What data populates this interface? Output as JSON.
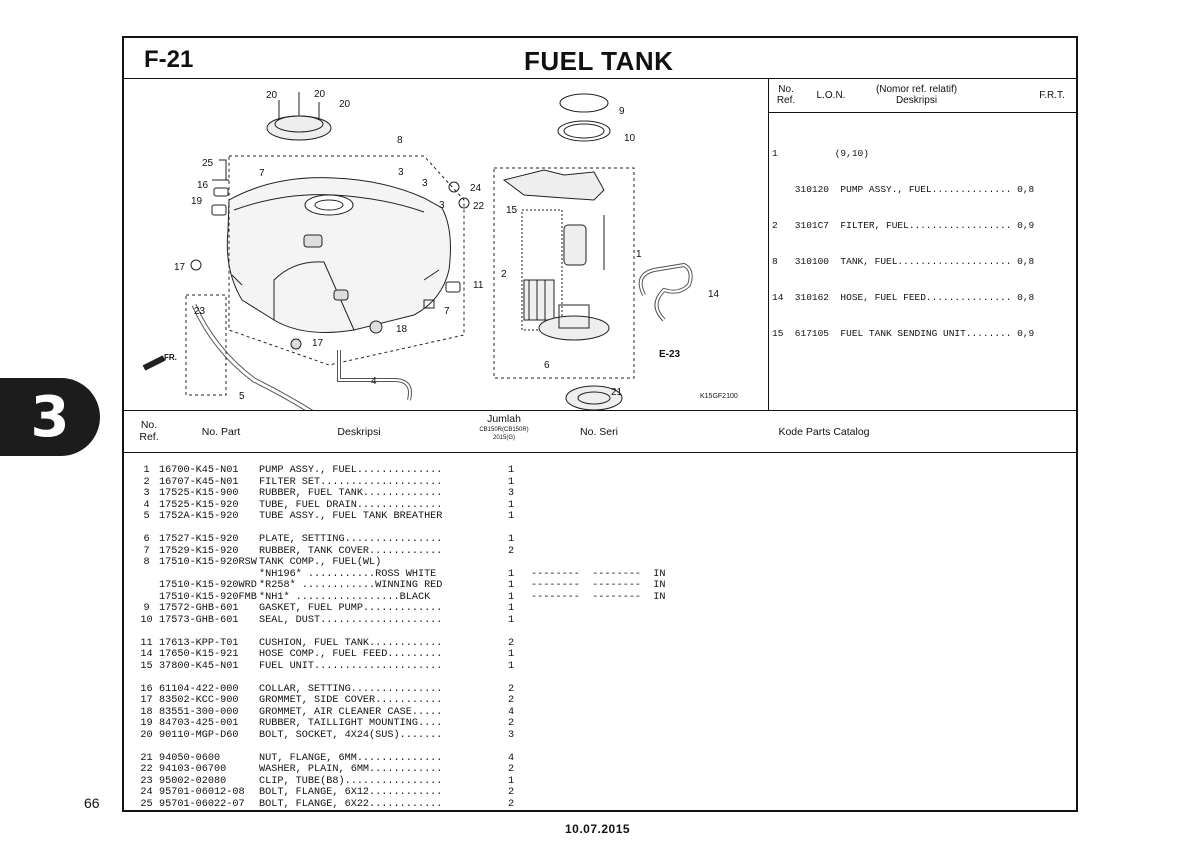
{
  "page": {
    "number": "66",
    "date": "10.07.2015",
    "section_tab": "3"
  },
  "header": {
    "code": "F-21",
    "title": "FUEL TANK"
  },
  "diagram": {
    "figure_id": "K15GF2100",
    "section_ref": "E-23",
    "front_label": "FR.",
    "callouts": [
      "20",
      "20",
      "20",
      "9",
      "10",
      "8",
      "25",
      "7",
      "3",
      "3",
      "16",
      "19",
      "3",
      "24",
      "22",
      "15",
      "1",
      "2",
      "17",
      "11",
      "14",
      "23",
      "7",
      "18",
      "17",
      "6",
      "21",
      "5",
      "4"
    ]
  },
  "lon_table": {
    "headers": {
      "no_ref": "No.\nRef.",
      "lon": "L.O.N.",
      "nomor": "(Nomor ref. relatif)\nDeskripsi",
      "frt": "F.R.T."
    },
    "lines": [
      "1          (9,10)",
      "    310120  PUMP ASSY., FUEL.............. 0,8",
      "2   3101C7  FILTER, FUEL.................. 0,9",
      "8   310100  TANK, FUEL.................... 0,8",
      "14  310162  HOSE, FUEL FEED............... 0,8",
      "15  617105  FUEL TANK SENDING UNIT........ 0,9"
    ]
  },
  "parts_table": {
    "headers": {
      "no_ref": "No.\nRef.",
      "no_part": "No. Part",
      "desc": "Deskripsi",
      "jumlah": "Jumlah",
      "jumlah_sub1": "CB150R(CB150R)",
      "jumlah_sub2": "2015(G)",
      "no_seri": "No. Seri",
      "kode": "Kode Parts Catalog"
    },
    "groups": [
      [
        {
          "ref": "1",
          "part": "16700-K45-N01",
          "desc": "PUMP ASSY., FUEL..............",
          "qty": "1",
          "serial": ""
        },
        {
          "ref": "2",
          "part": "16707-K45-N01",
          "desc": "FILTER SET....................",
          "qty": "1",
          "serial": ""
        },
        {
          "ref": "3",
          "part": "17525-K15-900",
          "desc": "RUBBER, FUEL TANK.............",
          "qty": "3",
          "serial": ""
        },
        {
          "ref": "4",
          "part": "17525-K15-920",
          "desc": "TUBE, FUEL DRAIN..............",
          "qty": "1",
          "serial": ""
        },
        {
          "ref": "5",
          "part": "1752A-K15-920",
          "desc": "TUBE ASSY., FUEL TANK BREATHER",
          "qty": "1",
          "serial": ""
        }
      ],
      [
        {
          "ref": "6",
          "part": "17527-K15-920",
          "desc": "PLATE, SETTING................",
          "qty": "1",
          "serial": ""
        },
        {
          "ref": "7",
          "part": "17529-K15-920",
          "desc": "RUBBER, TANK COVER............",
          "qty": "2",
          "serial": ""
        },
        {
          "ref": "8",
          "part": "17510-K15-920RSW",
          "desc": "TANK COMP., FUEL(WL)",
          "qty": "",
          "serial": ""
        },
        {
          "ref": "",
          "part": "",
          "desc": "*NH196* ...........ROSS WHITE",
          "qty": "1",
          "serial": "--------  --------  IN"
        },
        {
          "ref": "",
          "part": "17510-K15-920WRD",
          "desc": "*R258* ............WINNING RED",
          "qty": "1",
          "serial": "--------  --------  IN"
        },
        {
          "ref": "",
          "part": "17510-K15-920FMB",
          "desc": "*NH1* .................BLACK",
          "qty": "1",
          "serial": "--------  --------  IN"
        },
        {
          "ref": "9",
          "part": "17572-GHB-601",
          "desc": "GASKET, FUEL PUMP.............",
          "qty": "1",
          "serial": ""
        },
        {
          "ref": "10",
          "part": "17573-GHB-601",
          "desc": "SEAL, DUST....................",
          "qty": "1",
          "serial": ""
        }
      ],
      [
        {
          "ref": "11",
          "part": "17613-KPP-T01",
          "desc": "CUSHION, FUEL TANK............",
          "qty": "2",
          "serial": ""
        },
        {
          "ref": "14",
          "part": "17650-K15-921",
          "desc": "HOSE COMP., FUEL FEED.........",
          "qty": "1",
          "serial": ""
        },
        {
          "ref": "15",
          "part": "37800-K45-N01",
          "desc": "FUEL UNIT.....................",
          "qty": "1",
          "serial": ""
        }
      ],
      [
        {
          "ref": "16",
          "part": "61104-422-000",
          "desc": "COLLAR, SETTING...............",
          "qty": "2",
          "serial": ""
        },
        {
          "ref": "17",
          "part": "83502-KCC-900",
          "desc": "GROMMET, SIDE COVER...........",
          "qty": "2",
          "serial": ""
        },
        {
          "ref": "18",
          "part": "83551-300-000",
          "desc": "GROMMET, AIR CLEANER CASE.....",
          "qty": "4",
          "serial": ""
        },
        {
          "ref": "19",
          "part": "84703-425-001",
          "desc": "RUBBER, TAILLIGHT MOUNTING....",
          "qty": "2",
          "serial": ""
        },
        {
          "ref": "20",
          "part": "90110-MGP-D60",
          "desc": "BOLT, SOCKET, 4X24(SUS).......",
          "qty": "3",
          "serial": ""
        }
      ],
      [
        {
          "ref": "21",
          "part": "94050-0600",
          "desc": "NUT, FLANGE, 6MM..............",
          "qty": "4",
          "serial": ""
        },
        {
          "ref": "22",
          "part": "94103-06700",
          "desc": "WASHER, PLAIN, 6MM............",
          "qty": "2",
          "serial": ""
        },
        {
          "ref": "23",
          "part": "95002-02080",
          "desc": "CLIP, TUBE(B8)................",
          "qty": "1",
          "serial": ""
        },
        {
          "ref": "24",
          "part": "95701-06012-08",
          "desc": "BOLT, FLANGE, 6X12............",
          "qty": "2",
          "serial": ""
        },
        {
          "ref": "25",
          "part": "95701-06022-07",
          "desc": "BOLT, FLANGE, 6X22............",
          "qty": "2",
          "serial": ""
        }
      ]
    ]
  }
}
